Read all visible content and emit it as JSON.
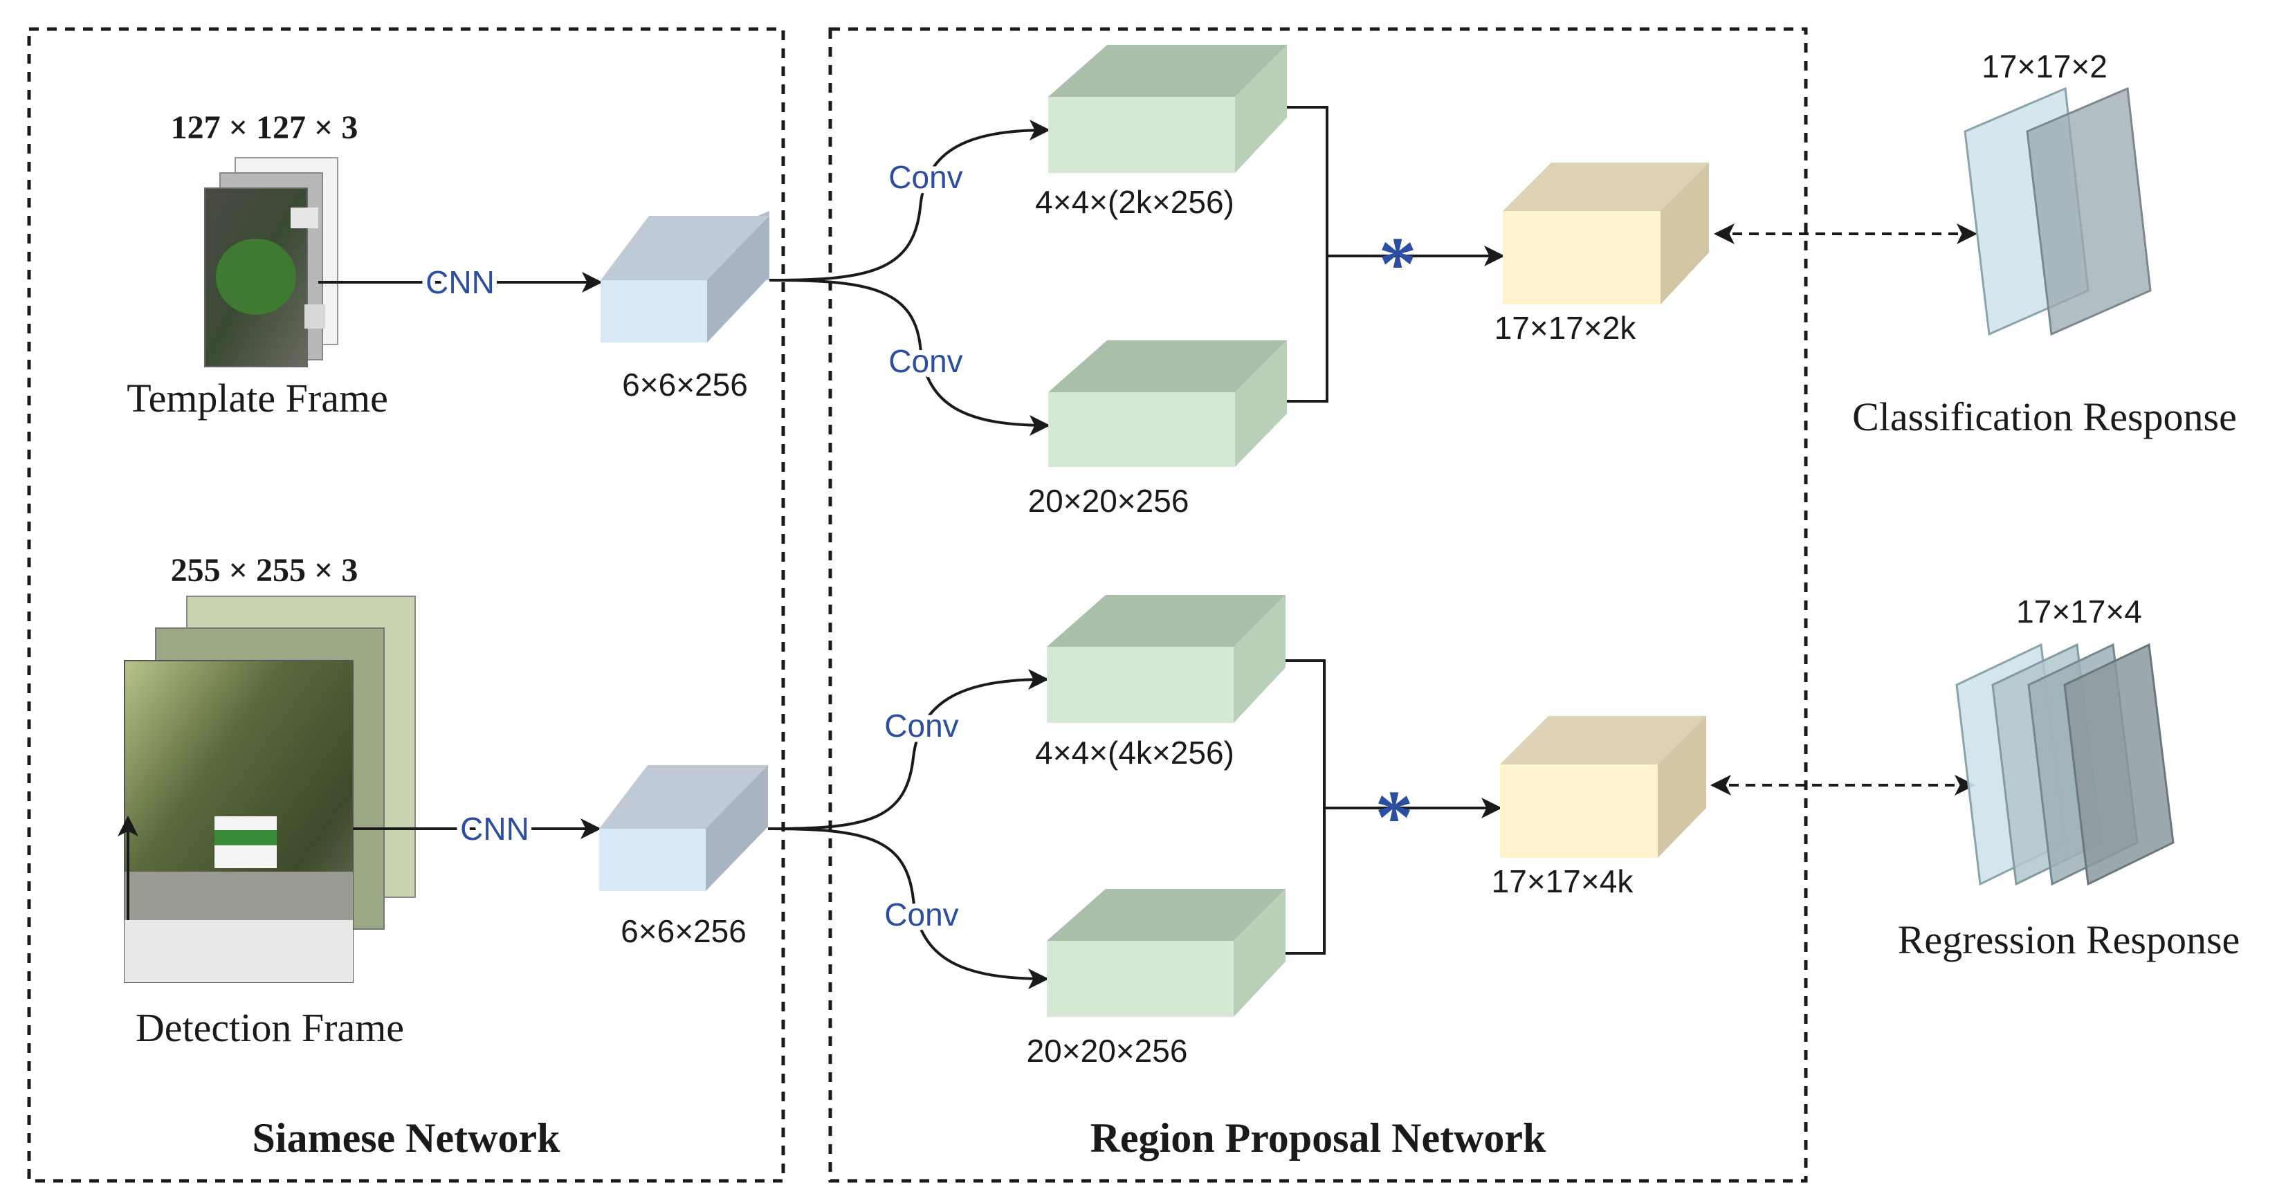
{
  "panels": {
    "siamese_title": "Siamese Network",
    "rpn_title": "Region Proposal Network"
  },
  "inputs": {
    "template": {
      "size_label": "127 × 127 × 3",
      "caption": "Template Frame"
    },
    "detection": {
      "size_label": "255 × 255 × 3",
      "caption": "Detection Frame"
    }
  },
  "backbone": {
    "op_label": "CNN",
    "feature_top": "6×6×256",
    "feature_bottom": "6×6×256"
  },
  "rpn": {
    "op_label": "Conv",
    "correlation_symbol": "*",
    "cls_kernel": "4×4×(2k×256)",
    "cls_search": "20×20×256",
    "cls_output": "17×17×2k",
    "reg_kernel": "4×4×(4k×256)",
    "reg_search": "20×20×256",
    "reg_output": "17×17×4k"
  },
  "responses": {
    "classification": {
      "size_label": "17×17×2",
      "caption": "Classification Response"
    },
    "regression": {
      "size_label": "17×17×4",
      "caption": "Regression Response"
    }
  },
  "colors": {
    "feature_box": "#d9e8f5",
    "rpn_box": "#d5e8d4",
    "output_box": "#fff2cc",
    "response_map": "#cfe2ea",
    "conv_label": "#2b4ea2"
  }
}
